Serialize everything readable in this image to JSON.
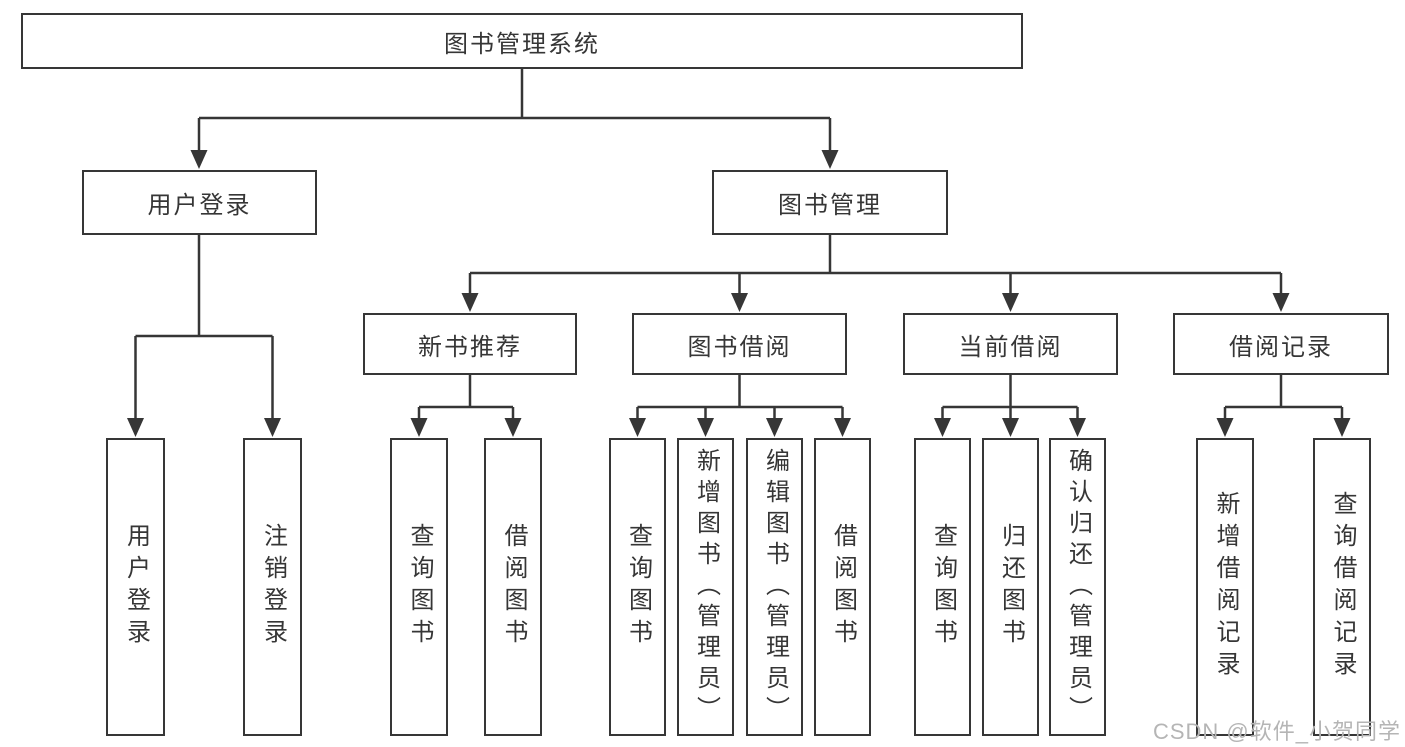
{
  "diagram": {
    "root": "图书管理系统",
    "level2": {
      "user_login": "用户登录",
      "book_management": "图书管理"
    },
    "level3": [
      "新书推荐",
      "图书借阅",
      "当前借阅",
      "借阅记录"
    ],
    "leaves": {
      "login": [
        "用户登录",
        "注销登录"
      ],
      "recommend": [
        "查询图书",
        "借阅图书"
      ],
      "borrow": [
        "查询图书",
        "新增图书（管理员）",
        "编辑图书（管理员）",
        "借阅图书"
      ],
      "current": [
        "查询图书",
        "归还图书",
        "确认归还（管理员）"
      ],
      "records": [
        "新增借阅记录",
        "查询借阅记录"
      ]
    }
  },
  "watermark": "CSDN @软件_小贺同学",
  "colors": {
    "line": "#363636",
    "text": "#363636",
    "box_background": "#ffffff",
    "page_background": "#ffffff",
    "watermark": "#b5b5b5"
  }
}
